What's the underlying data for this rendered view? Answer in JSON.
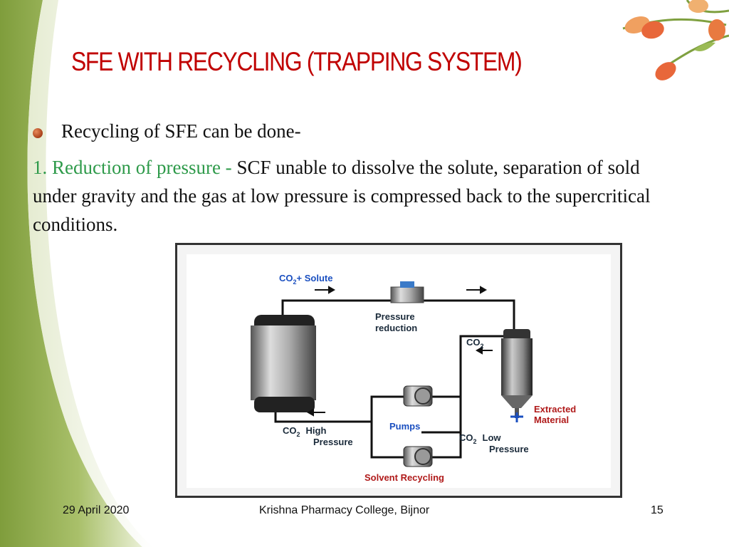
{
  "slide": {
    "title": "SFE WITH RECYCLING (TRAPPING SYSTEM)",
    "bullet": "Recycling of SFE can be done-",
    "point_lead": "1. Reduction of pressure - ",
    "point_body": "SCF unable to dissolve the solute, separation of sold under gravity and the gas at low pressure is compressed back to the supercritical conditions."
  },
  "diagram": {
    "co2_solute": "+ Solute",
    "co2": "CO",
    "co2_sub": "2",
    "pressure_reduction_1": "Pressure",
    "pressure_reduction_2": "reduction",
    "pumps": "Pumps",
    "high_pressure_1": "High",
    "high_pressure_2": "Pressure",
    "low_pressure_1": "Low",
    "low_pressure_2": "Pressure",
    "extracted_1": "Extracted",
    "extracted_2": "Material",
    "solvent_recycling": "Solvent Recycling"
  },
  "footer": {
    "date": "29 April 2020",
    "institution": "Krishna Pharmacy College, Bijnor",
    "page_number": "15"
  },
  "colors": {
    "title": "#c00000",
    "lead_text": "#2e9a4a",
    "swoosh": "#8aa84a",
    "flower": "#e8673a"
  }
}
